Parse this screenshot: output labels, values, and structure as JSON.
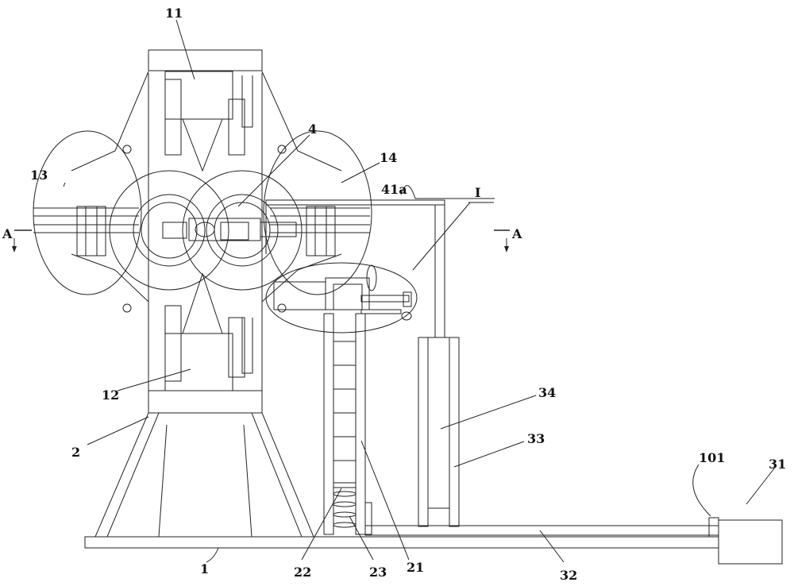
{
  "labels": {
    "l11": "11",
    "l4": "4",
    "l13": "13",
    "l14": "14",
    "l41a": "41a",
    "lI": "I",
    "lA_left": "A",
    "lA_right": "A",
    "l12": "12",
    "l2": "2",
    "l34": "34",
    "l33": "33",
    "l101": "101",
    "l31": "31",
    "l1": "1",
    "l22": "22",
    "l23": "23",
    "l21": "21",
    "l32": "32"
  },
  "colors": {
    "line": "#222222",
    "background": "#ffffff"
  }
}
